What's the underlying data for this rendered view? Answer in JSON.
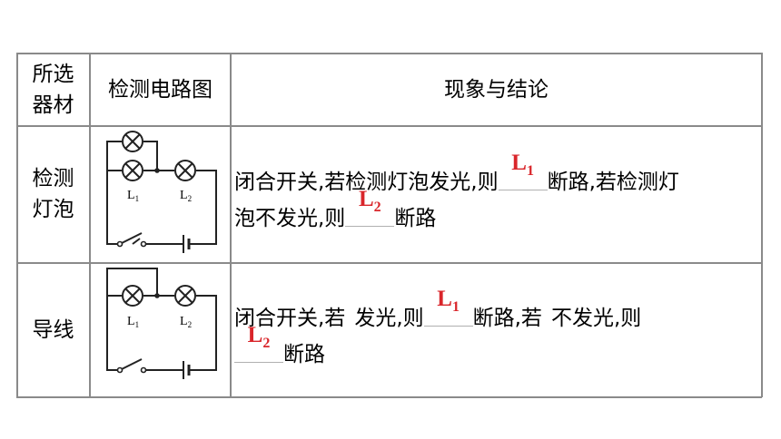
{
  "header": {
    "col1": "所选\n器材",
    "col1_line1": "所选",
    "col1_line2": "器材",
    "col2": "检测电路图",
    "col3": "现象与结论"
  },
  "rows": [
    {
      "material_line1": "检测",
      "material_line2": "灯泡",
      "lamp_labels": [
        "L",
        "L"
      ],
      "lamp_subs": [
        "1",
        "2"
      ],
      "text_part1": "闭合开关,若检测灯泡发光,则",
      "answer1": "L",
      "answer1_sub": "1",
      "text_part2": "断路,若检测灯",
      "text_part3": "泡不发光,则",
      "answer2": "L",
      "answer2_sub": "2",
      "text_part4": "断路"
    },
    {
      "material": "导线",
      "lamp_labels": [
        "L",
        "L"
      ],
      "lamp_subs": [
        "1",
        "2"
      ],
      "text_part1": "闭合开关,若",
      "text_part2": "发光,则",
      "answer1": "L",
      "answer1_sub": "1",
      "text_part3": "断路,若",
      "text_part4": "不发光,则",
      "answer2": "L",
      "answer2_sub": "2",
      "text_part5": "断路"
    }
  ],
  "colors": {
    "answer": "#d9262b",
    "grid": "#8a8a8a"
  }
}
